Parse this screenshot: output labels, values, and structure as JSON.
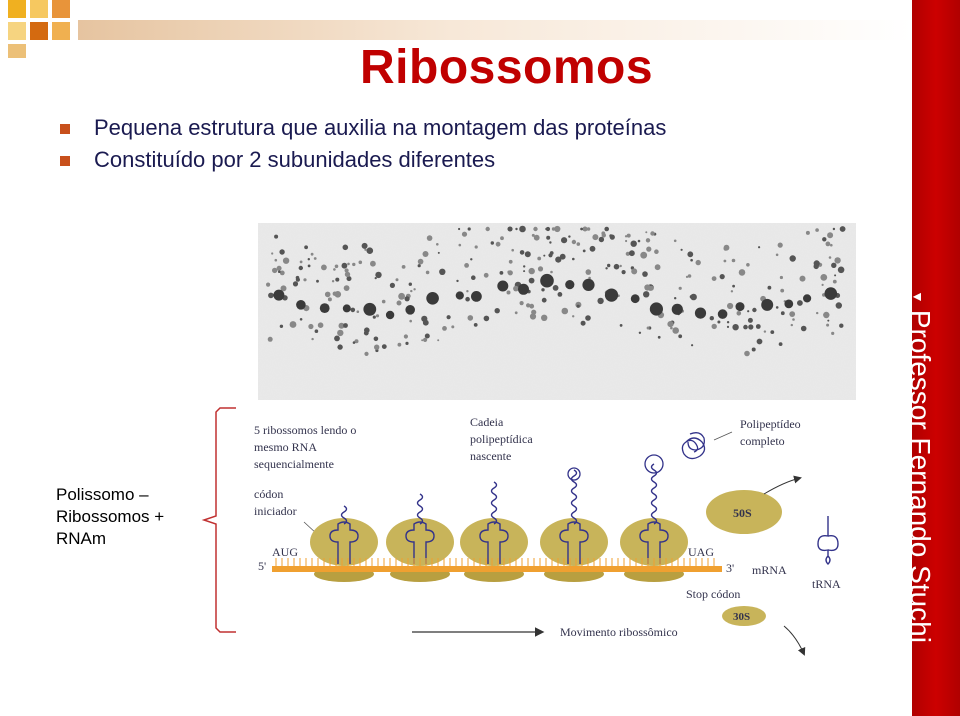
{
  "slide": {
    "title": "Ribossomos",
    "bullets": [
      "Pequena estrutura que auxilia na montagem das proteínas",
      "Constituído por 2 subunidades diferentes"
    ],
    "side_label": "Professor Fernando Stuchi",
    "figure_label": [
      "Polissomo –",
      "Ribossomos +",
      "RNAm"
    ]
  },
  "diagram": {
    "label_ribosomes": [
      "5 ribossomos lendo o",
      "mesmo RNA",
      "sequencialmente"
    ],
    "label_chain": [
      "Cadeia",
      "polipeptídica",
      "nascente"
    ],
    "label_polypeptide": [
      "Polipeptídeo",
      "completo"
    ],
    "label_initiator": [
      "códon",
      "iniciador"
    ],
    "aug": "AUG",
    "uag": "UAG",
    "five_prime": "5'",
    "three_prime": "3'",
    "mrna": "mRNA",
    "trna": "tRNA",
    "stop_codon": "Stop códon",
    "large_subunit": "50S",
    "small_subunit": "30S",
    "movement": "Movimento ribossômico"
  },
  "colors": {
    "title": "#c00000",
    "sidebar": "#c00000",
    "bullet": "#c8501c",
    "ribosome": "#c8b45a",
    "mrna": "#f0a030",
    "chain": "#33338a"
  }
}
